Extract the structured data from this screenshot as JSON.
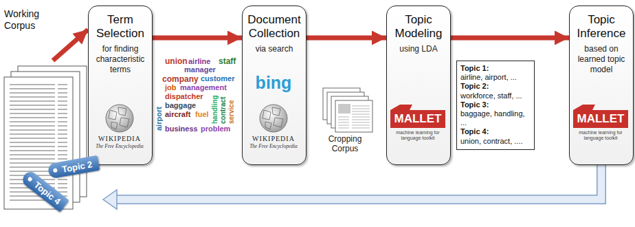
{
  "diagram": {
    "nodes": [
      {
        "text": [
          "Working Corpus"
        ]
      },
      {
        "text": [
          "Term Selection",
          "for finding characteristic terms"
        ]
      },
      {
        "text": [
          "Document Collection",
          "via search"
        ]
      },
      {
        "text": [
          "Topic Modeling",
          "using LDA"
        ]
      },
      {
        "text": [
          "Topic 1:",
          "airline, airport, ...",
          "Topic 2:",
          "workforce, staff, ...",
          "Topic 3:",
          "baggage, handling, ...",
          "Topic 4:",
          "union, contract, ...."
        ]
      },
      {
        "text": [
          "Topic Inference",
          "based on learned topic model"
        ]
      },
      {
        "text": [
          "Topic 2"
        ]
      },
      {
        "text": [
          "Topic 4"
        ]
      }
    ],
    "edges": [
      {
        "from": 0,
        "to": 1,
        "arrow": "to"
      },
      {
        "from": 1,
        "to": 2,
        "arrow": "to"
      },
      {
        "from": 2,
        "to": 3,
        "arrow": "to"
      },
      {
        "from": 3,
        "to": 5,
        "arrow": "to"
      },
      {
        "from": 5,
        "to": 0,
        "arrow": "to"
      }
    ],
    "labels": [
      "WIKIPEDIA",
      "The Free Encyclopedia",
      "union",
      "airline",
      "manager",
      "company",
      "customer",
      "staff",
      "job",
      "management",
      "airport",
      "dispatcher",
      "baggage",
      "aircraft",
      "fuel",
      "business",
      "problem",
      "handling",
      "contract",
      "service",
      "bing",
      "WIKIPEDIA",
      "The Free Encyclopedia",
      "Cropping Corpus",
      "MALLET",
      "machine learning for language toolkit",
      "MALLET",
      "machine learning for language toolkit"
    ]
  }
}
